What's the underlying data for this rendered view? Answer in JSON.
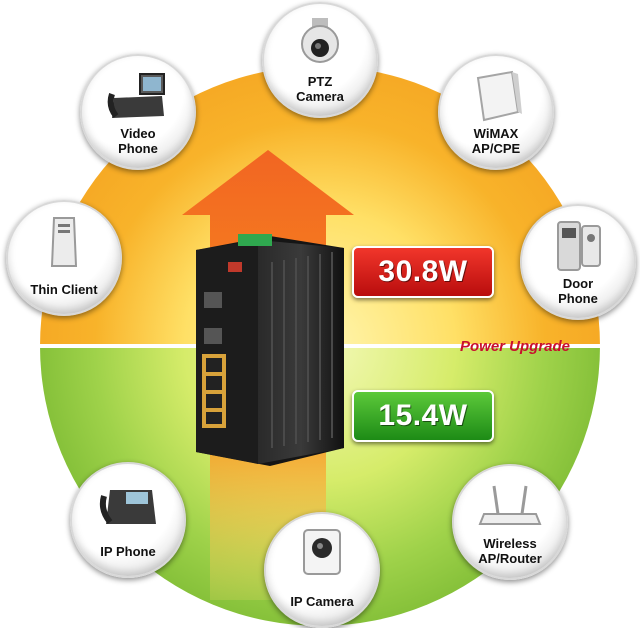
{
  "devices": [
    {
      "id": "ptz-camera",
      "label": "PTZ\nCamera",
      "icon": "ptz-camera-icon"
    },
    {
      "id": "wimax-ap-cpe",
      "label": "WiMAX\nAP/CPE",
      "icon": "wimax-ap-icon"
    },
    {
      "id": "door-phone",
      "label": "Door\nPhone",
      "icon": "door-phone-icon"
    },
    {
      "id": "wireless-ap-router",
      "label": "Wireless\nAP/Router",
      "icon": "wireless-router-icon"
    },
    {
      "id": "ip-camera",
      "label": "IP Camera",
      "icon": "ip-camera-icon"
    },
    {
      "id": "ip-phone",
      "label": "IP Phone",
      "icon": "ip-phone-icon"
    },
    {
      "id": "thin-client",
      "label": "Thin Client",
      "icon": "thin-client-icon"
    },
    {
      "id": "video-phone",
      "label": "Video\nPhone",
      "icon": "video-phone-icon"
    }
  ],
  "power_high": "30.8W",
  "power_low": "15.4W",
  "upgrade_label": "Power Upgrade",
  "colors": {
    "upper_ring": "#f5a623",
    "lower_ring": "#8dc63f",
    "arrow": "#f26522",
    "badge_high": "#d7191c",
    "badge_low": "#3aa935",
    "upgrade_text": "#c8102e"
  }
}
